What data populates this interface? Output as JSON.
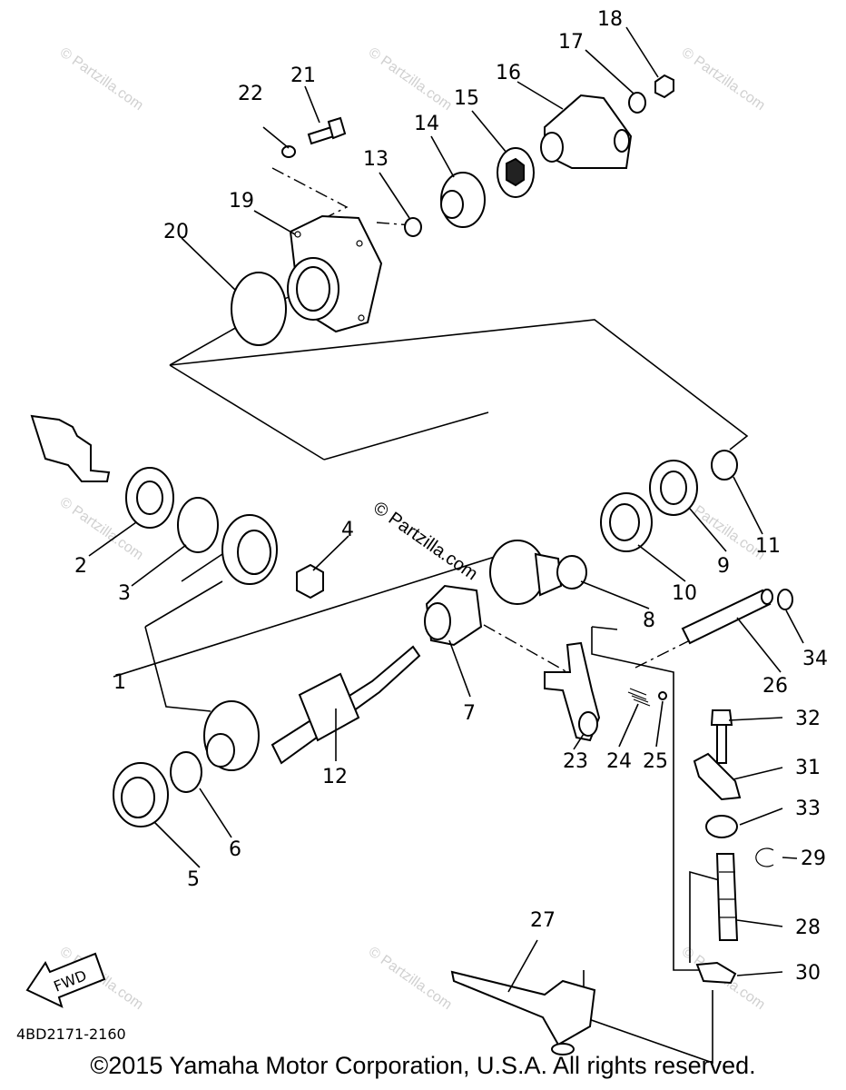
{
  "parts": {
    "p1": "1",
    "p2": "2",
    "p3": "3",
    "p4": "4",
    "p5": "5",
    "p6": "6",
    "p7": "7",
    "p8": "8",
    "p9": "9",
    "p10": "10",
    "p11": "11",
    "p12": "12",
    "p13": "13",
    "p14": "14",
    "p15": "15",
    "p16": "16",
    "p17": "17",
    "p18": "18",
    "p19": "19",
    "p20": "20",
    "p21": "21",
    "p22": "22",
    "p23": "23",
    "p24": "24",
    "p25": "25",
    "p26": "26",
    "p27": "27",
    "p28": "28",
    "p29": "29",
    "p30": "30",
    "p31": "31",
    "p32": "32",
    "p33": "33",
    "p34": "34"
  },
  "watermark": "© Partzilla.com",
  "fwd_label": "FWD",
  "diagram_code": "4BD2171-2160",
  "copyright": "©2015  Yamaha Motor Corporation, U.S.A. All rights reserved."
}
